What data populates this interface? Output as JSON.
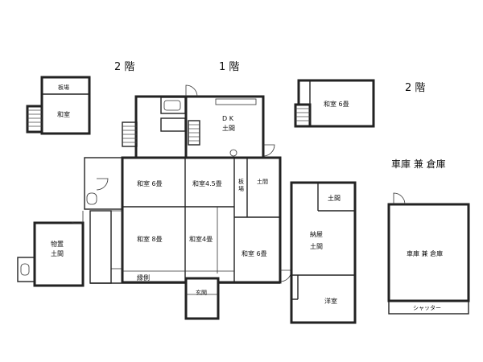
{
  "floor_labels": {
    "floor2_left": "2 階",
    "floor1": "1 階",
    "floor2_right": "2 階",
    "garage_title": "車庫 兼 倉庫"
  },
  "rooms": {
    "loft_left_board": "板場",
    "loft_left_washitsu": "和室",
    "upper_right_washitsu": "和室 6畳",
    "dk_line1": "D K",
    "dk_line2": "土間",
    "washitsu_6_upper": "和室 6畳",
    "washitsu_45": "和室4.5畳",
    "itaba_line1": "板",
    "itaba_line2": "場",
    "doma_small": "土間",
    "washitsu_8": "和室 8畳",
    "washitsu_4": "和室4畳",
    "washitsu_6_lower": "和室 6畳",
    "engawa": "縁側",
    "genkan": "玄関",
    "storage_line1": "物置",
    "storage_line2": "土間",
    "naya_doma_top": "土間",
    "naya_line1": "納屋",
    "naya_line2": "土間",
    "youshitsu": "洋室",
    "garage_room": "車庫 兼 倉庫",
    "shutter": "シャッター"
  }
}
